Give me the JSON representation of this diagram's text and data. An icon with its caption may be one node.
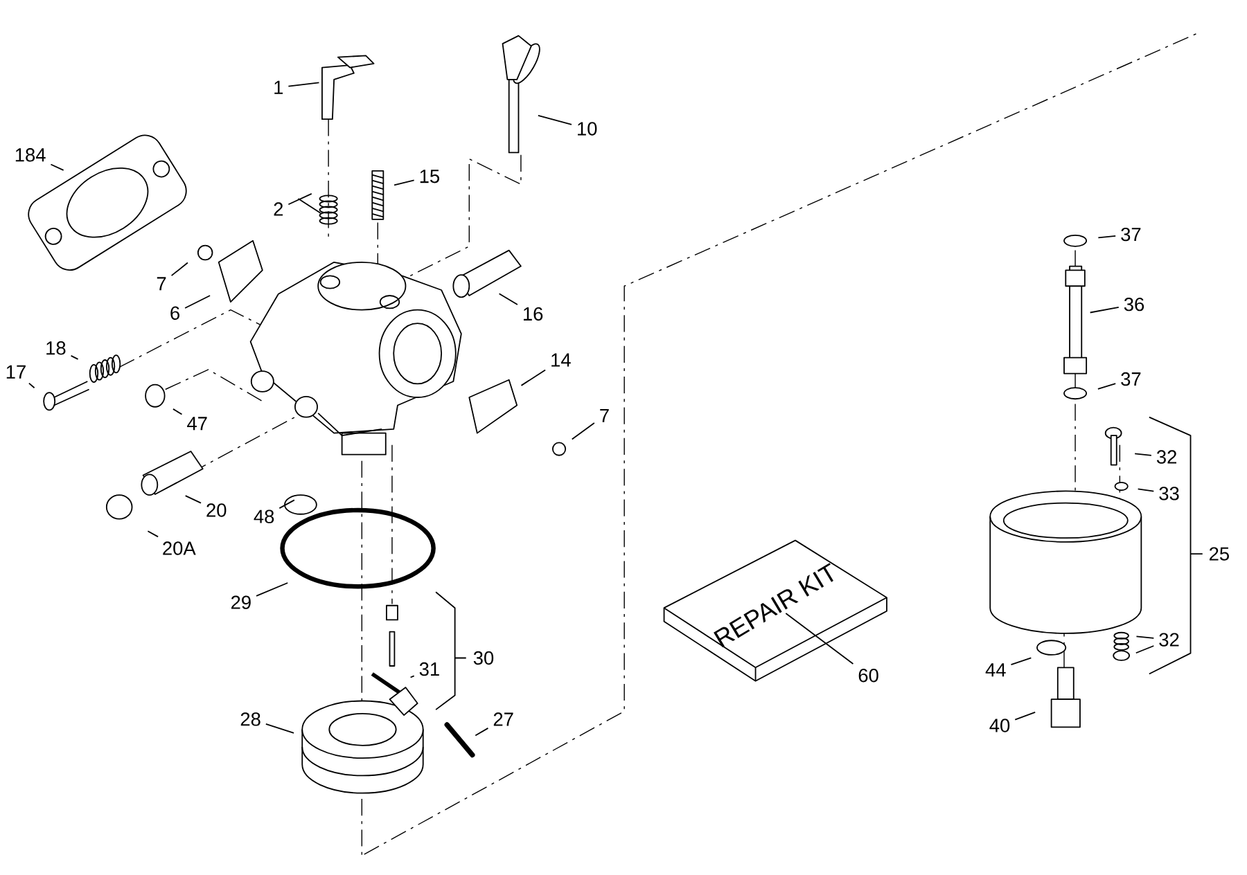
{
  "diagram": {
    "nodes": [
      {
        "text": [
          "1"
        ]
      },
      {
        "text": [
          "10"
        ]
      },
      {
        "text": [
          "184"
        ]
      },
      {
        "text": [
          "15"
        ]
      },
      {
        "text": [
          "2"
        ]
      },
      {
        "text": [
          "37"
        ]
      },
      {
        "text": [
          "7"
        ]
      },
      {
        "text": [
          "6"
        ]
      },
      {
        "text": [
          "16"
        ]
      },
      {
        "text": [
          "36"
        ]
      },
      {
        "text": [
          "18"
        ]
      },
      {
        "text": [
          "14"
        ]
      },
      {
        "text": [
          "17"
        ]
      },
      {
        "text": [
          "37"
        ]
      },
      {
        "text": [
          "7"
        ]
      },
      {
        "text": [
          "47"
        ]
      },
      {
        "text": [
          "32"
        ]
      },
      {
        "text": [
          "33"
        ]
      },
      {
        "text": [
          "20"
        ]
      },
      {
        "text": [
          "48"
        ]
      },
      {
        "text": [
          "25"
        ]
      },
      {
        "text": [
          "20A"
        ]
      },
      {
        "text": [
          "29"
        ]
      },
      {
        "text": [
          "30"
        ]
      },
      {
        "text": [
          "31"
        ]
      },
      {
        "text": [
          "32"
        ]
      },
      {
        "text": [
          "44"
        ]
      },
      {
        "text": [
          "60"
        ]
      },
      {
        "text": [
          "28"
        ]
      },
      {
        "text": [
          "27"
        ]
      },
      {
        "text": [
          "40"
        ]
      },
      {
        "text": [
          "REPAIR KIT"
        ]
      }
    ],
    "edges": [
      {
        "from": 0,
        "to": null,
        "arrow": "none"
      },
      {
        "from": 1,
        "to": null,
        "arrow": "none"
      },
      {
        "from": 2,
        "to": null,
        "arrow": "none"
      },
      {
        "from": 3,
        "to": null,
        "arrow": "none"
      },
      {
        "from": 4,
        "to": null,
        "arrow": "none"
      },
      {
        "from": 5,
        "to": null,
        "arrow": "none"
      },
      {
        "from": 6,
        "to": null,
        "arrow": "none"
      },
      {
        "from": 7,
        "to": null,
        "arrow": "none"
      },
      {
        "from": 8,
        "to": null,
        "arrow": "none"
      },
      {
        "from": 9,
        "to": null,
        "arrow": "none"
      },
      {
        "from": 10,
        "to": null,
        "arrow": "none"
      },
      {
        "from": 11,
        "to": null,
        "arrow": "none"
      },
      {
        "from": 12,
        "to": null,
        "arrow": "none"
      },
      {
        "from": 13,
        "to": null,
        "arrow": "none"
      },
      {
        "from": 14,
        "to": null,
        "arrow": "none"
      },
      {
        "from": 15,
        "to": null,
        "arrow": "none"
      },
      {
        "from": 16,
        "to": null,
        "arrow": "none"
      },
      {
        "from": 17,
        "to": null,
        "arrow": "none"
      },
      {
        "from": 18,
        "to": null,
        "arrow": "none"
      },
      {
        "from": 19,
        "to": null,
        "arrow": "none"
      },
      {
        "from": 21,
        "to": null,
        "arrow": "none"
      },
      {
        "from": 22,
        "to": null,
        "arrow": "none"
      },
      {
        "from": 24,
        "to": null,
        "arrow": "none"
      },
      {
        "from": 25,
        "to": null,
        "arrow": "none"
      },
      {
        "from": 25,
        "to": null,
        "arrow": "none"
      },
      {
        "from": 26,
        "to": null,
        "arrow": "none"
      },
      {
        "from": 27,
        "to": 31,
        "arrow": "none"
      },
      {
        "from": 28,
        "to": null,
        "arrow": "none"
      },
      {
        "from": 29,
        "to": null,
        "arrow": "none"
      },
      {
        "from": 30,
        "to": null,
        "arrow": "none"
      }
    ]
  }
}
